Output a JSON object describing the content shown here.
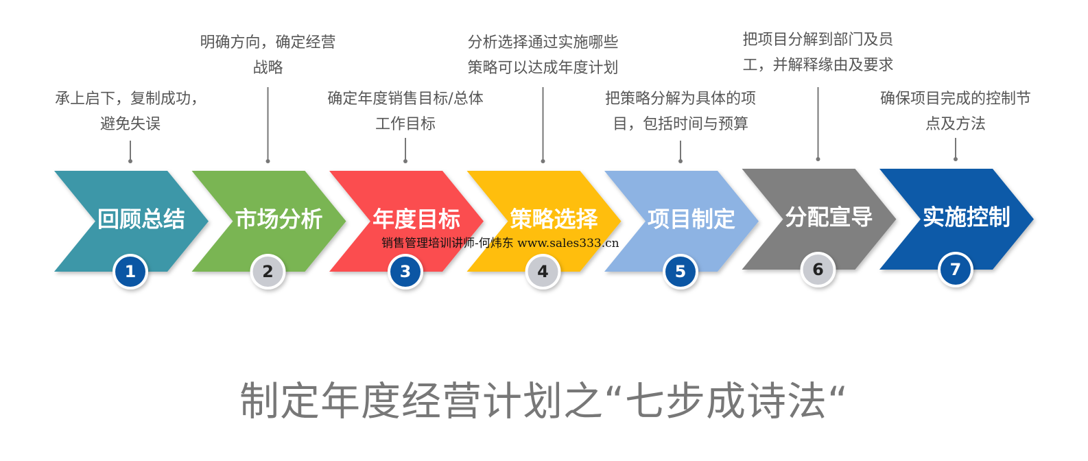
{
  "steps": [
    {
      "label": "回顾总结",
      "number": "1",
      "color": "#3c97a8",
      "badge_fill": "#0b56a4",
      "badge_text": "#ffffff",
      "desc": [
        "承上启下，复制成功，",
        "避免失误"
      ]
    },
    {
      "label": "市场分析",
      "number": "2",
      "color": "#7ab552",
      "badge_fill": "#c9cbd1",
      "badge_text": "#222222",
      "desc": [
        "明确方向，确定经营",
        "战略"
      ]
    },
    {
      "label": "年度目标",
      "number": "3",
      "color": "#fb4e50",
      "badge_fill": "#0b56a4",
      "badge_text": "#ffffff",
      "desc": [
        "确定年度销售目标/总体",
        "工作目标"
      ]
    },
    {
      "label": "策略选择",
      "number": "4",
      "color": "#ffbe0b",
      "badge_fill": "#c9cbd1",
      "badge_text": "#222222",
      "desc": [
        "分析选择通过实施哪些",
        "策略可以达成年度计划"
      ]
    },
    {
      "label": "项目制定",
      "number": "5",
      "color": "#8db3e3",
      "badge_fill": "#0b56a4",
      "badge_text": "#ffffff",
      "desc": [
        "把策略分解为具体的项",
        "目，包括时间与预算"
      ]
    },
    {
      "label": "分配宣导",
      "number": "6",
      "color": "#808080",
      "badge_fill": "#c9cbd1",
      "badge_text": "#222222",
      "desc": [
        "把项目分解到部门及员",
        "工，并解释缘由及要求"
      ]
    },
    {
      "label": "实施控制",
      "number": "7",
      "color": "#0a5aa8",
      "badge_fill": "#0b56a4",
      "badge_text": "#ffffff",
      "desc": [
        "确保项目完成的控制节",
        "点及方法"
      ]
    }
  ],
  "watermark": "销售管理培训讲师-何炜东 www.sales333.cn",
  "title": "制定年度经营计划之“七步成诗法“",
  "colors": {
    "connector": "#777777",
    "desc_text": "#555555",
    "title_text": "#777777"
  }
}
